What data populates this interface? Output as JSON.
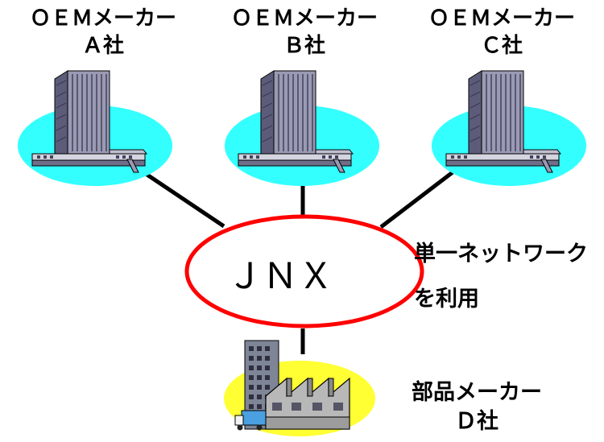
{
  "oem_a": {
    "line1": "ＯＥＭメーカー",
    "line2": "Ａ社"
  },
  "oem_b": {
    "line1": "ＯＥＭメーカー",
    "line2": "Ｂ社"
  },
  "oem_c": {
    "line1": "ＯＥＭメーカー",
    "line2": "Ｃ社"
  },
  "network": {
    "label": "ＪＮＸ"
  },
  "note": {
    "line1": "単一ネットワーク",
    "line2": "を利用"
  },
  "supplier": {
    "line1": "部品メーカー",
    "line2": "Ｄ社"
  },
  "colors": {
    "oem_ellipse": "#33ffff",
    "supplier_ellipse": "#ffff33",
    "network_ring": "#ff0000",
    "building": "#8d8da8",
    "factory": "#b8b8b8"
  }
}
